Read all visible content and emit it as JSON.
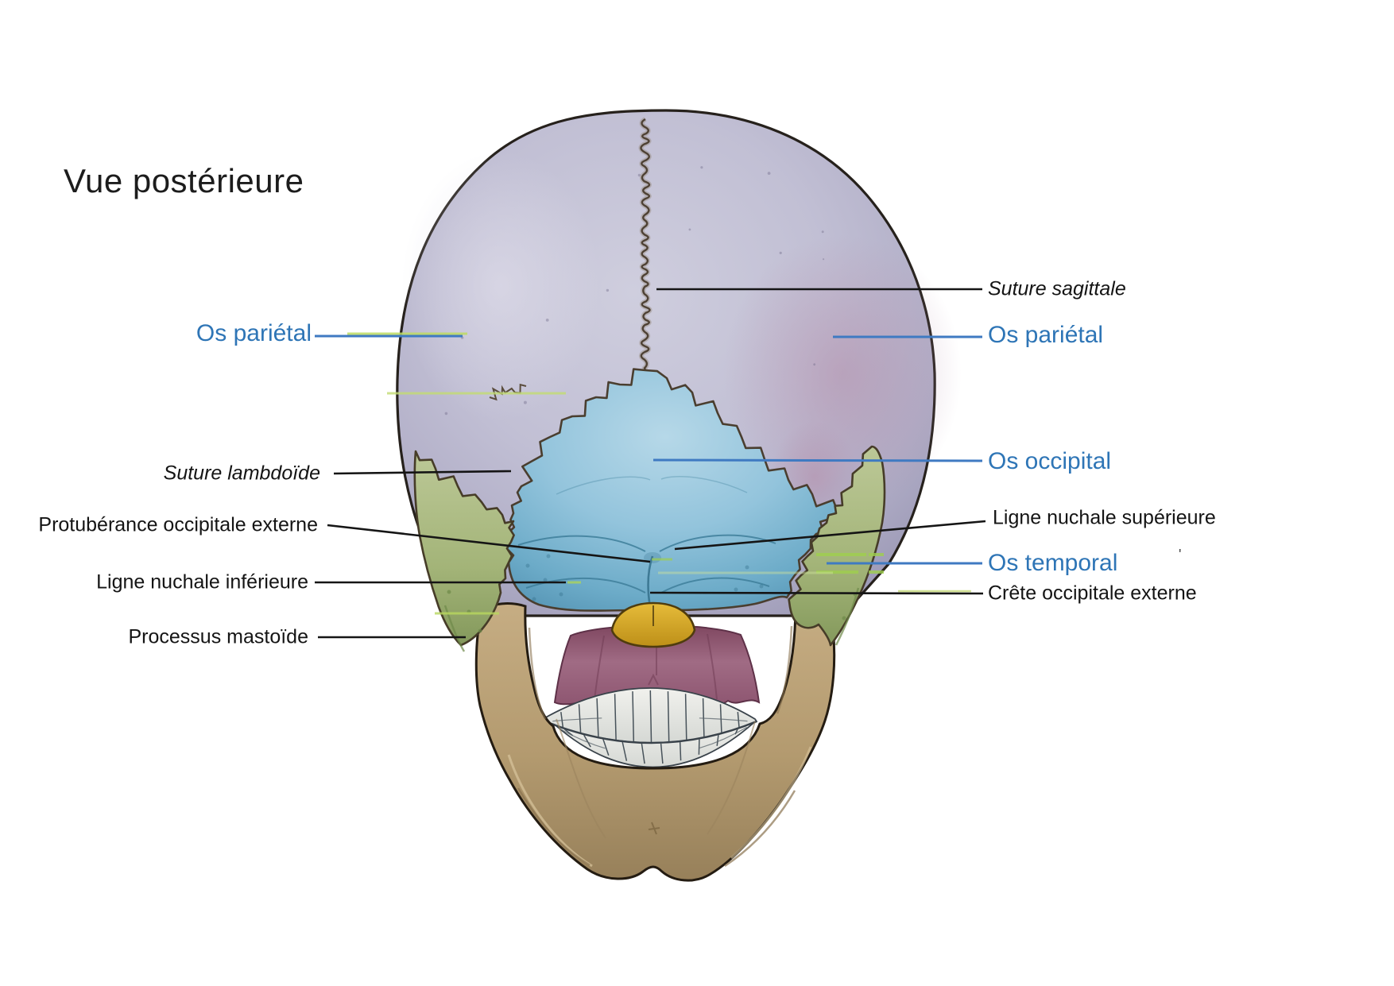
{
  "title": "Vue postérieure",
  "stray_mark": "'",
  "labels": {
    "left": [
      {
        "id": "os-parietal-left",
        "text": "Os pariétal",
        "kind": "bone"
      },
      {
        "id": "suture-lambdoide",
        "text": "Suture lambdoïde",
        "kind": "suture"
      },
      {
        "id": "protuberance-occipitale-externe",
        "text": "Protubérance occipitale externe",
        "kind": "landmark"
      },
      {
        "id": "ligne-nuchale-inferieure",
        "text": "Ligne nuchale inférieure",
        "kind": "landmark"
      },
      {
        "id": "processus-mastoide",
        "text": "Processus mastoïde",
        "kind": "landmark"
      }
    ],
    "right": [
      {
        "id": "suture-sagittale",
        "text": "Suture sagittale",
        "kind": "suture"
      },
      {
        "id": "os-parietal-right",
        "text": "Os pariétal",
        "kind": "bone"
      },
      {
        "id": "os-occipital",
        "text": "Os occipital",
        "kind": "bone"
      },
      {
        "id": "ligne-nuchale-superieure",
        "text": "Ligne nuchale supérieure",
        "kind": "landmark"
      },
      {
        "id": "os-temporal",
        "text": "Os temporal",
        "kind": "bone"
      },
      {
        "id": "crete-occipitale-externe",
        "text": "Crête occipitale externe",
        "kind": "landmark"
      }
    ]
  },
  "colors": {
    "parietal": "#bfbdd2",
    "occipital": "#8fc2da",
    "temporal": "#a9b97b",
    "mandible": "#b49c72",
    "palate_maroon": "#9c5f74",
    "foramen_yellow": "#d8a826",
    "teeth": "#e9e9e4",
    "outline": "#2a231b",
    "suture_brown": "#4e4134",
    "label_blue": "#2e75b6",
    "leader_blue": "#3f7ac2",
    "leader_black": "#151515",
    "highlight_green": "#b9d85e"
  }
}
